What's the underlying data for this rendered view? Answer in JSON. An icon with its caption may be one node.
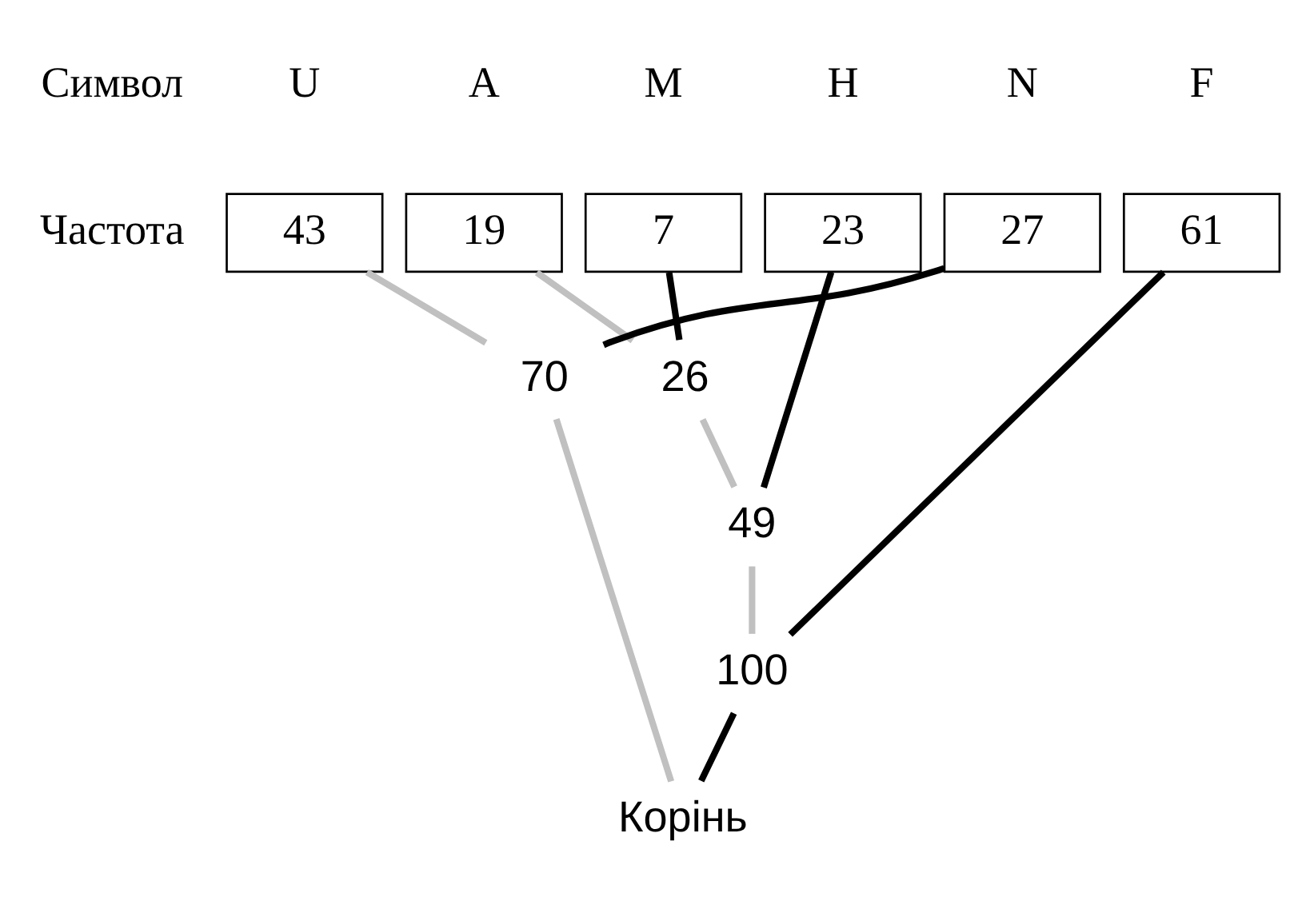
{
  "diagram": {
    "nodes": [
      {
        "text": [
          "43"
        ]
      },
      {
        "text": [
          "19"
        ]
      },
      {
        "text": [
          "7"
        ]
      },
      {
        "text": [
          "23"
        ]
      },
      {
        "text": [
          "27"
        ]
      },
      {
        "text": [
          "61"
        ]
      },
      {
        "text": [
          "26"
        ]
      },
      {
        "text": [
          "49"
        ]
      },
      {
        "text": [
          "70"
        ]
      },
      {
        "text": [
          "100"
        ]
      },
      {
        "text": [
          "Корінь"
        ]
      }
    ],
    "edges": [
      {
        "from": 1,
        "to": 6,
        "arrow": "none",
        "color": "#c0c0c0"
      },
      {
        "from": 2,
        "to": 6,
        "arrow": "none",
        "color": "#000000"
      },
      {
        "from": 6,
        "to": 7,
        "arrow": "none",
        "color": "#c0c0c0"
      },
      {
        "from": 3,
        "to": 7,
        "arrow": "none",
        "color": "#000000"
      },
      {
        "from": 0,
        "to": 8,
        "arrow": "none",
        "color": "#c0c0c0"
      },
      {
        "from": 4,
        "to": 8,
        "arrow": "none",
        "color": "#000000"
      },
      {
        "from": 7,
        "to": 9,
        "arrow": "none",
        "color": "#c0c0c0"
      },
      {
        "from": 5,
        "to": 9,
        "arrow": "none",
        "color": "#000000"
      },
      {
        "from": 8,
        "to": 10,
        "arrow": "none",
        "color": "#c0c0c0"
      },
      {
        "from": 9,
        "to": 10,
        "arrow": "none",
        "color": "#000000"
      }
    ],
    "labels": [
      "Символ",
      "U",
      "A",
      "M",
      "H",
      "N",
      "F",
      "Частота"
    ]
  }
}
